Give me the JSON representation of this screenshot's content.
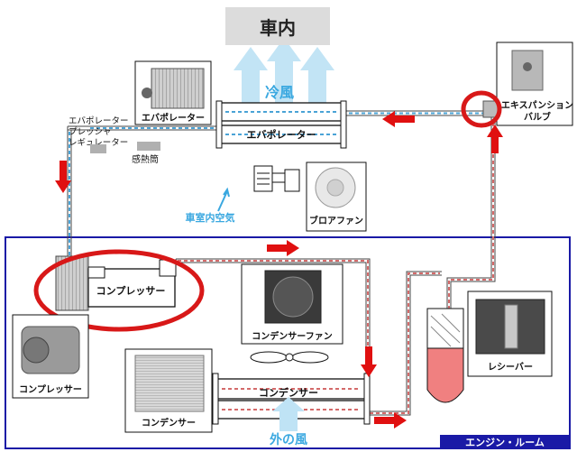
{
  "labels": {
    "car_interior": "車内",
    "cool_air": "冷風",
    "evaporator_photo": "エバポレーター",
    "evaporator_unit": "エバポレーター",
    "evap_pressure_regulator": [
      "エバポレーター",
      "プレッシャ",
      "レギュレーター"
    ],
    "heat_sensing_tube": "感熱筒",
    "cabin_air": "車室内空気",
    "blower_fan": "ブロアファン",
    "expansion_valve": [
      "エキスパンション",
      "バルブ"
    ],
    "compressor_unit": "コンプレッサー",
    "compressor_photo": "コンプレッサー",
    "condenser_fan": "コンデンサーファン",
    "condenser_unit": "コンデンサー",
    "condenser_photo": "コンデンサー",
    "receiver": "レシーバー",
    "outside_air": "外の風",
    "engine_room": "エンジン・ルーム"
  },
  "colors": {
    "engine_room_border": "#1a1aa6",
    "engine_room_tag": "#1a1aa6",
    "low_pressure_dash": "#4aa3d6",
    "high_pressure_dash": "#d46a6a",
    "flow_arrow": "#e01010",
    "highlight_ring": "#d81818",
    "air_arrow": "#bfe3f5",
    "receiver_liquid": "#f08080"
  }
}
